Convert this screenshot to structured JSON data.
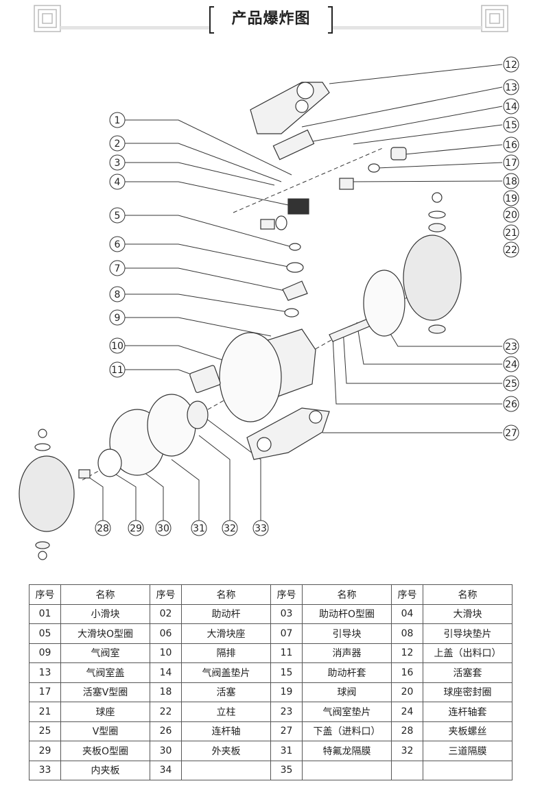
{
  "title": "产品爆炸图",
  "callouts": [
    "1",
    "2",
    "3",
    "4",
    "5",
    "6",
    "7",
    "8",
    "9",
    "10",
    "11",
    "12",
    "13",
    "14",
    "15",
    "16",
    "17",
    "18",
    "19",
    "20",
    "21",
    "22",
    "23",
    "24",
    "25",
    "26",
    "27",
    "28",
    "29",
    "30",
    "31",
    "32",
    "33"
  ],
  "table": {
    "headers": [
      "序号",
      "名称",
      "序号",
      "名称",
      "序号",
      "名称",
      "序号",
      "名称"
    ],
    "rows": [
      [
        "01",
        "小滑块",
        "02",
        "助动杆",
        "03",
        "助动杆O型圈",
        "04",
        "大滑块"
      ],
      [
        "05",
        "大滑块O型圈",
        "06",
        "大滑块座",
        "07",
        "引导块",
        "08",
        "引导块垫片"
      ],
      [
        "09",
        "气阀室",
        "10",
        "隔排",
        "11",
        "消声器",
        "12",
        "上盖（出料口）"
      ],
      [
        "13",
        "气阀室盖",
        "14",
        "气阀盖垫片",
        "15",
        "助动杆套",
        "16",
        "活塞套"
      ],
      [
        "17",
        "活塞V型圈",
        "18",
        "活塞",
        "19",
        "球阀",
        "20",
        "球座密封圈"
      ],
      [
        "21",
        "球座",
        "22",
        "立柱",
        "23",
        "气阀室垫片",
        "24",
        "连杆轴套"
      ],
      [
        "25",
        "V型圈",
        "26",
        "连杆轴",
        "27",
        "下盖（进料口）",
        "28",
        "夹板螺丝"
      ],
      [
        "29",
        "夹板O型圈",
        "30",
        "外夹板",
        "31",
        "特氟龙隔膜",
        "32",
        "三道隔膜"
      ],
      [
        "33",
        "内夹板",
        "34",
        "",
        "35",
        "",
        "",
        ""
      ]
    ]
  }
}
